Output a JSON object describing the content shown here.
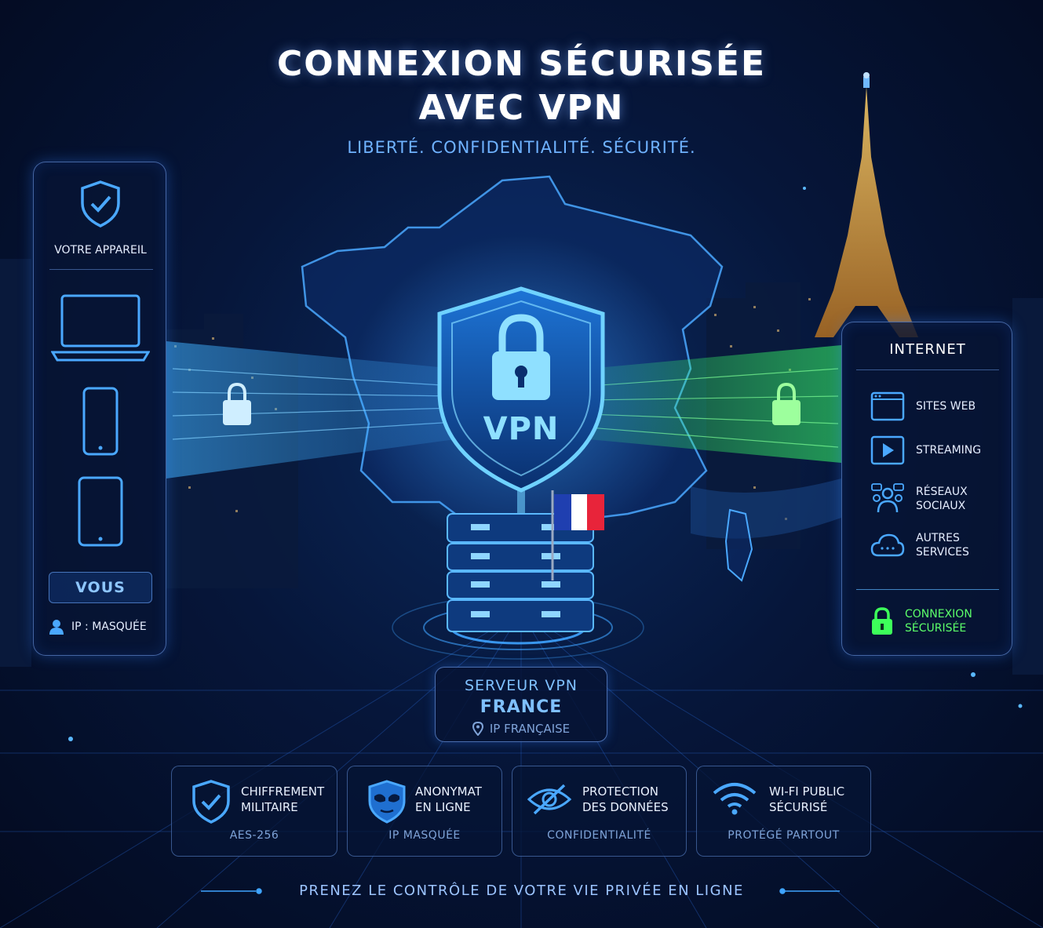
{
  "header": {
    "title_line1": "CONNEXION SÉCURISÉE",
    "title_line2": "AVEC VPN",
    "subtitle": "LIBERTÉ. CONFIDENTIALITÉ. SÉCURITÉ."
  },
  "device_panel": {
    "label": "VOTRE APPAREIL",
    "devices": [
      "laptop-icon",
      "smartphone-icon",
      "tablet-icon"
    ],
    "user_label": "VOUS",
    "ip_status": "IP : MASQUÉE"
  },
  "center": {
    "shield_label": "VPN",
    "server": {
      "line1": "SERVEUR VPN",
      "line2": "FRANCE",
      "line3": "IP FRANÇAISE"
    }
  },
  "internet_panel": {
    "title": "INTERNET",
    "services": [
      {
        "icon": "browser-window-icon",
        "line1": "SITES WEB",
        "line2": ""
      },
      {
        "icon": "play-icon",
        "line1": "STREAMING",
        "line2": ""
      },
      {
        "icon": "people-chat-icon",
        "line1": "RÉSEAUX",
        "line2": "SOCIAUX"
      },
      {
        "icon": "cloud-icon",
        "line1": "AUTRES",
        "line2": "SERVICES"
      }
    ],
    "secure_line1": "CONNEXION",
    "secure_line2": "SÉCURISÉE"
  },
  "features": [
    {
      "icon": "shield-check-icon",
      "line1": "CHIFFREMENT",
      "line2": "MILITAIRE",
      "sub": "AES-256"
    },
    {
      "icon": "mask-icon",
      "line1": "ANONYMAT",
      "line2": "EN LIGNE",
      "sub": "IP MASQUÉE"
    },
    {
      "icon": "eye-slash-icon",
      "line1": "PROTECTION",
      "line2": "DES DONNÉES",
      "sub": "CONFIDENTIALITÉ"
    },
    {
      "icon": "wifi-icon",
      "line1": "WI-FI PUBLIC",
      "line2": "SÉCURISÉ",
      "sub": "PROTÉGÉ PARTOUT"
    }
  ],
  "footer": "PRENEZ LE CONTRÔLE DE VOTRE VIE PRIVÉE EN LIGNE",
  "colors": {
    "accent_blue": "#3fa4ff",
    "accent_green": "#3dff5a",
    "background": "#06163a",
    "flag_blue": "#1f3fb0",
    "flag_white": "#ffffff",
    "flag_red": "#e8243a",
    "tower_gold": "#e0a845"
  }
}
